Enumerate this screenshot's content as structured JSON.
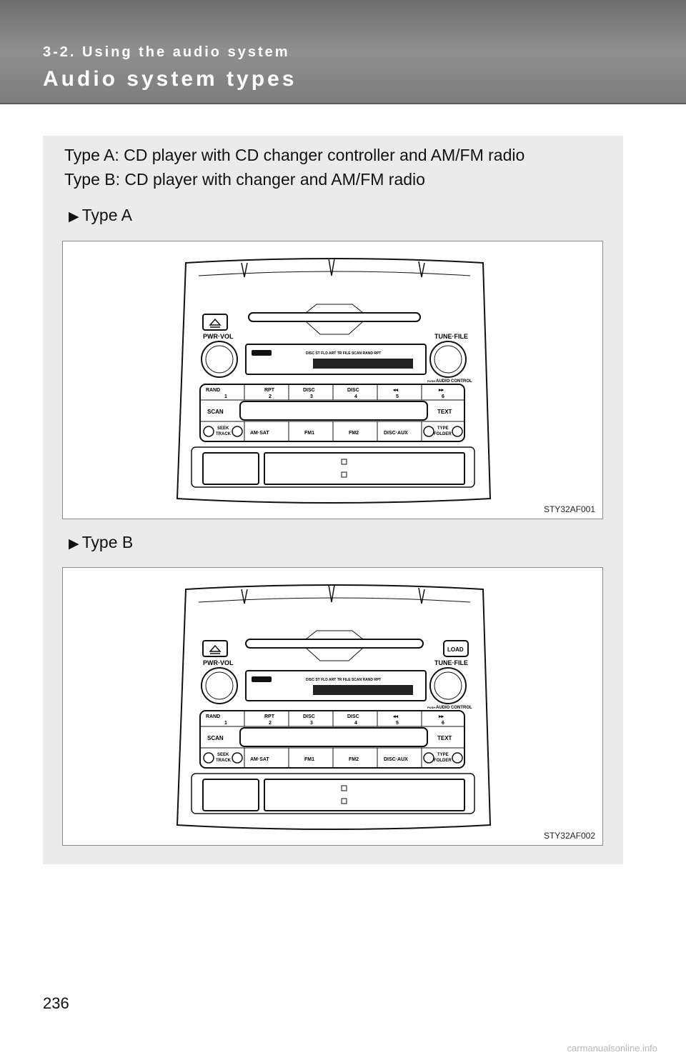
{
  "header": {
    "section_number": "3-2. Using the audio system",
    "title": "Audio system types"
  },
  "intro": {
    "line1": "Type A: CD player with CD changer controller and AM/FM radio",
    "line2": "Type B: CD player with changer and AM/FM radio"
  },
  "figures": [
    {
      "label": "Type A",
      "code": "STY32AF001",
      "radio": {
        "pwr_vol": "PWR·VOL",
        "tune_file": "TUNE·FILE",
        "push": "PUSH",
        "audio_control": "AUDIO CONTROL",
        "display_indicators": "DISC   ST   FLD   ART   TR   FILE   SCAN   RAND   RPT",
        "preset_tops": [
          "RAND",
          "RPT",
          "DISC",
          "DISC",
          "◂◂",
          "▸▸"
        ],
        "preset_numbers": [
          "1",
          "2",
          "3",
          "4",
          "5",
          "6"
        ],
        "scan": "SCAN",
        "text": "TEXT",
        "seek": "SEEK",
        "track": "TRACK",
        "am_sat": "AM·SAT",
        "fm1": "FM1",
        "fm2": "FM2",
        "disc_aux": "DISC·AUX",
        "type": "TYPE",
        "folder": "FOLDER"
      }
    },
    {
      "label": "Type B",
      "code": "STY32AF002",
      "radio": {
        "pwr_vol": "PWR·VOL",
        "tune_file": "TUNE·FILE",
        "load": "LOAD",
        "push": "PUSH",
        "audio_control": "AUDIO CONTROL",
        "display_indicators": "DISC   ST   FLD   ART   TR   FILE   SCAN   RAND   RPT",
        "preset_tops": [
          "RAND",
          "RPT",
          "DISC",
          "DISC",
          "◂◂",
          "▸▸"
        ],
        "preset_numbers": [
          "1",
          "2",
          "3",
          "4",
          "5",
          "6"
        ],
        "scan": "SCAN",
        "text": "TEXT",
        "seek": "SEEK",
        "track": "TRACK",
        "am_sat": "AM·SAT",
        "fm1": "FM1",
        "fm2": "FM2",
        "disc_aux": "DISC·AUX",
        "type": "TYPE",
        "folder": "FOLDER"
      }
    }
  ],
  "page_number": "236",
  "watermark": "carmanualsonline.info"
}
